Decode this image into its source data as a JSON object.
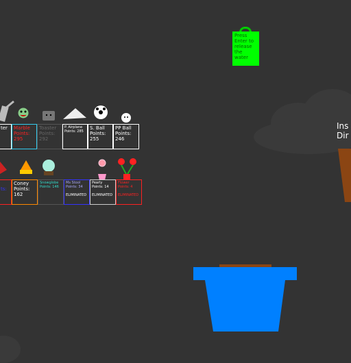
{
  "hint": {
    "text": "Press Enter to release the water"
  },
  "side_label": {
    "line1": "Ins",
    "line2": "Dir"
  },
  "row1": [
    {
      "name": "ter",
      "points": "",
      "name_color": "#ffffff",
      "border": "#ffffff"
    },
    {
      "name": "Marble",
      "points": "Points: 295",
      "name_color": "#ff2222",
      "border": "#33ccee"
    },
    {
      "name": "Toaster",
      "points": "Points: 292",
      "name_color": "#666666",
      "border": "#555555"
    },
    {
      "name": "P. Airplane",
      "points": "Points: 285",
      "name_color": "#ffffff",
      "border": "#ffffff"
    },
    {
      "name": "S. Ball",
      "points": "Points: 255",
      "name_color": "#ffffff",
      "border": "#ffffff"
    },
    {
      "name": "PP Ball",
      "points": "Points: 246",
      "name_color": "#ffffff",
      "border": "#ffffff"
    }
  ],
  "row2": [
    {
      "name": "",
      "points": "ts:",
      "name_color": "#3333ff",
      "border": "#ff2222"
    },
    {
      "name": "Coney",
      "points": "Points: 162",
      "name_color": "#ffffff",
      "border": "#ff8800"
    },
    {
      "name": "Snowglobe",
      "points": "Points: 146",
      "name_color": "#33ddcc",
      "border": "#555555"
    },
    {
      "name": "Ms Stool",
      "points": "Points: 34",
      "status": "ELIMINATED",
      "name_color": "#3333ff",
      "border": "#3333ff"
    },
    {
      "name": "Pearly",
      "points": "Points: 14",
      "status": "ELIMINATED",
      "name_color": "#ffffff",
      "border": "#cccccc"
    },
    {
      "name": "Flower",
      "points": "Points: 4",
      "status": "ELIMINATED",
      "name_color": "#ff2222",
      "border": "#ff2222"
    }
  ],
  "colors": {
    "background": "#333333",
    "pot_blue": "#0080ff",
    "pot_brown": "#8b4513",
    "tag_green": "#00ff00"
  }
}
